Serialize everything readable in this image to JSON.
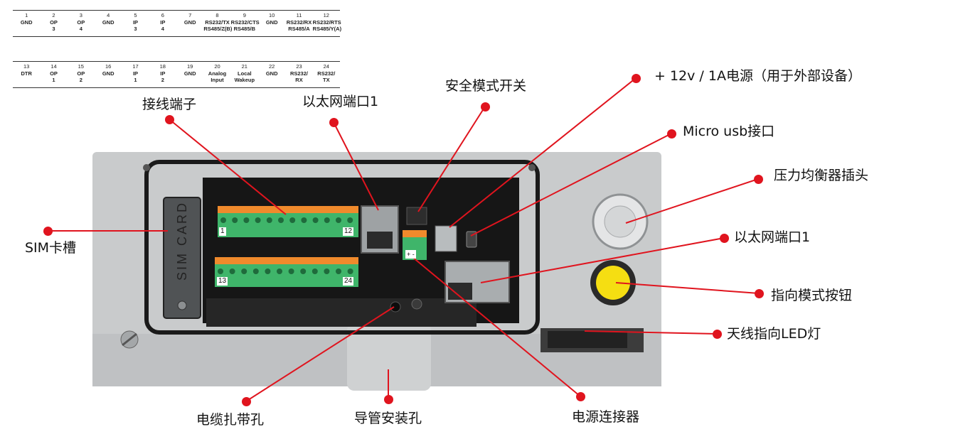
{
  "pin_rows": [
    [
      {
        "n": "1",
        "sig": "GND"
      },
      {
        "n": "2",
        "sig": "OP\n3"
      },
      {
        "n": "3",
        "sig": "OP\n4"
      },
      {
        "n": "4",
        "sig": "GND"
      },
      {
        "n": "5",
        "sig": "IP\n3"
      },
      {
        "n": "6",
        "sig": "IP\n4"
      },
      {
        "n": "7",
        "sig": "GND"
      },
      {
        "n": "8",
        "sig": "RS232/TX\nRS485/Z(B)"
      },
      {
        "n": "9",
        "sig": "RS232/CTS\nRS485/B"
      },
      {
        "n": "10",
        "sig": "GND"
      },
      {
        "n": "11",
        "sig": "RS232/RX\nRS485/A"
      },
      {
        "n": "12",
        "sig": "RS232/RTS\nRS485/Y(A)"
      }
    ],
    [
      {
        "n": "13",
        "sig": "DTR"
      },
      {
        "n": "14",
        "sig": "OP\n1"
      },
      {
        "n": "15",
        "sig": "OP\n2"
      },
      {
        "n": "16",
        "sig": "GND"
      },
      {
        "n": "17",
        "sig": "IP\n1"
      },
      {
        "n": "18",
        "sig": "IP\n2"
      },
      {
        "n": "19",
        "sig": "GND"
      },
      {
        "n": "20",
        "sig": "Analog\nInput"
      },
      {
        "n": "21",
        "sig": "Local\nWakeup"
      },
      {
        "n": "22",
        "sig": "GND"
      },
      {
        "n": "23",
        "sig": "RS232/\nRX"
      },
      {
        "n": "24",
        "sig": "RS232/\nTX"
      }
    ]
  ],
  "callouts": {
    "terminal_block": "接线端子",
    "ethernet_port_top": "以太网端口1",
    "safe_mode_switch": "安全模式开关",
    "power_12v": "+ 12v / 1A电源（用于外部设备）",
    "micro_usb": "Micro usb接口",
    "pressure_plug": "压力均衡器插头",
    "ethernet_port_right": "以太网端口1",
    "pointing_button": "指向模式按钮",
    "antenna_led": "天线指向LED灯",
    "sim_slot": "SIM卡槽",
    "cable_tie_hole": "电缆扎带孔",
    "conduit_hole": "导管安装孔",
    "power_connector": "电源连接器"
  },
  "terminal_numbers": {
    "top_first": "1",
    "top_last": "12",
    "bottom_first": "13",
    "bottom_last": "24"
  },
  "sim_text": "SIM CARD",
  "polarity": "+ -",
  "colors": {
    "callout_red": "#e0141e",
    "device_gray": "#c9cbcc",
    "terminal_green": "#3fb56a",
    "terminal_orange": "#f08a2c",
    "button_yellow": "#f5de12"
  }
}
